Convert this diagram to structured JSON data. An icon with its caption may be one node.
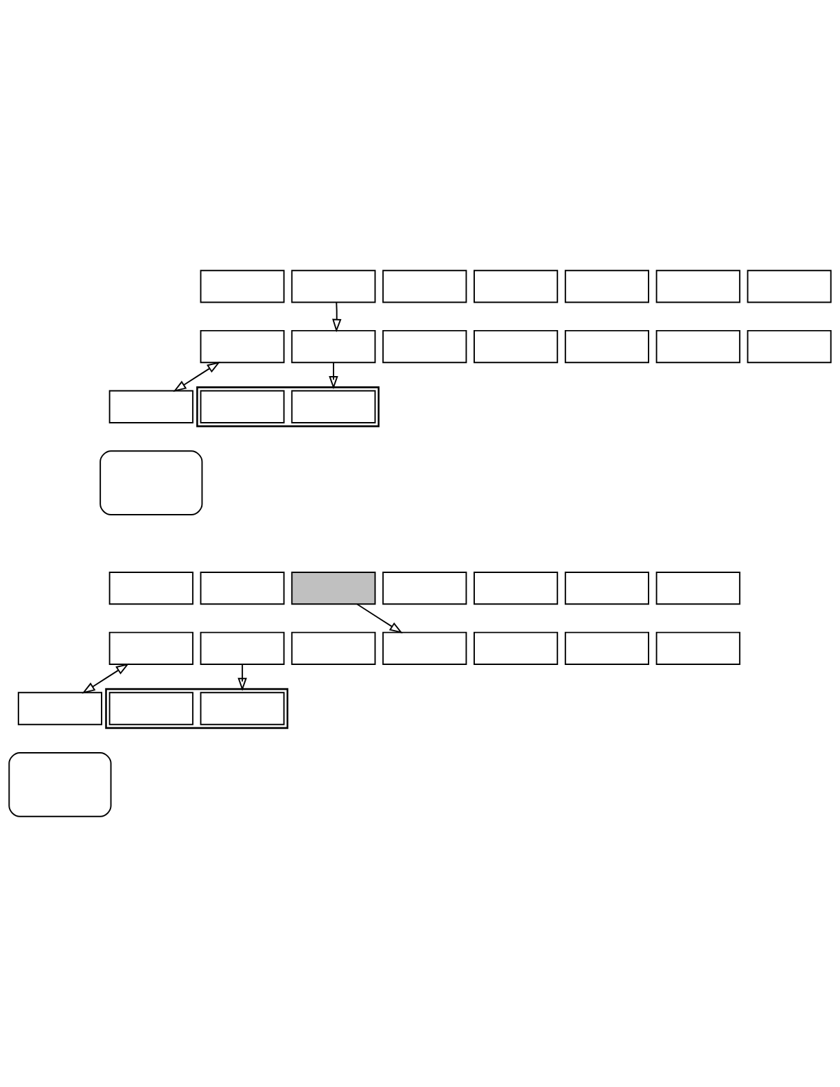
{
  "diagram": {
    "nodes": [
      {
        "text": [],
        "shape": "box"
      },
      {
        "text": [],
        "shape": "box"
      },
      {
        "text": [],
        "shape": "box"
      },
      {
        "text": [],
        "shape": "box"
      },
      {
        "text": [],
        "shape": "box"
      },
      {
        "text": [],
        "shape": "box"
      },
      {
        "text": [],
        "shape": "box"
      },
      {
        "text": [],
        "shape": "box"
      },
      {
        "text": [],
        "shape": "box"
      },
      {
        "text": [],
        "shape": "box"
      },
      {
        "text": [],
        "shape": "box"
      },
      {
        "text": [],
        "shape": "box"
      },
      {
        "text": [],
        "shape": "box"
      },
      {
        "text": [],
        "shape": "box"
      },
      {
        "text": [],
        "shape": "box"
      },
      {
        "text": [],
        "shape": "box"
      },
      {
        "text": [],
        "shape": "box",
        "in": 15
      },
      {
        "text": [],
        "shape": "box",
        "in": 15
      },
      {
        "text": [],
        "shape": "callout"
      },
      {
        "text": [],
        "shape": "box"
      },
      {
        "text": [],
        "shape": "box"
      },
      {
        "text": [],
        "shape": "box"
      },
      {
        "text": [],
        "shape": "box"
      },
      {
        "text": [],
        "shape": "box"
      },
      {
        "text": [],
        "shape": "box"
      },
      {
        "text": [],
        "shape": "box"
      },
      {
        "text": [],
        "shape": "box"
      },
      {
        "text": [],
        "shape": "box"
      },
      {
        "text": [],
        "shape": "box"
      },
      {
        "text": [],
        "shape": "box"
      },
      {
        "text": [],
        "shape": "box"
      },
      {
        "text": [],
        "shape": "box"
      },
      {
        "text": [],
        "shape": "box"
      },
      {
        "text": [],
        "shape": "box"
      },
      {
        "text": [],
        "shape": "box"
      },
      {
        "text": [],
        "shape": "box",
        "in": 34
      },
      {
        "text": [],
        "shape": "box",
        "in": 34
      },
      {
        "text": [],
        "shape": "callout"
      }
    ],
    "edges": [
      {
        "from": 1,
        "to": 8,
        "arrow": "to"
      },
      {
        "from": 7,
        "to": 14,
        "arrow": "both"
      },
      {
        "from": 8,
        "to": 15,
        "arrow": "to"
      },
      {
        "from": 21,
        "to": 29,
        "arrow": "to"
      },
      {
        "from": 26,
        "to": 33,
        "arrow": "both"
      },
      {
        "from": 27,
        "to": 34,
        "arrow": "to"
      }
    ]
  }
}
